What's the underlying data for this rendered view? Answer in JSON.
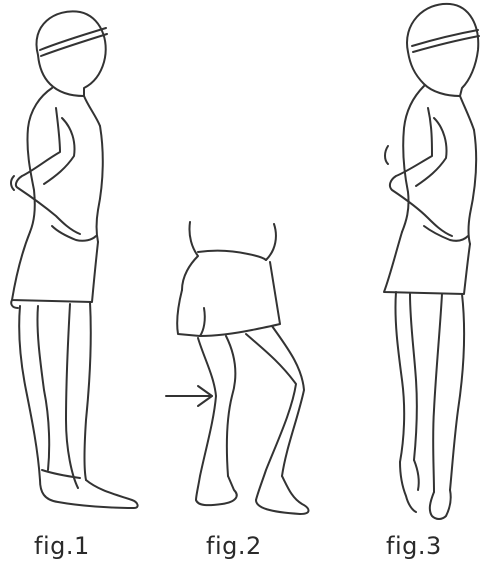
{
  "figures": [
    {
      "label": "fig.1"
    },
    {
      "label": "fig.2"
    },
    {
      "label": "fig.3"
    }
  ],
  "colors": {
    "line": "#333333",
    "background": "#ffffff"
  },
  "icons": [
    "arrow-right-icon"
  ]
}
